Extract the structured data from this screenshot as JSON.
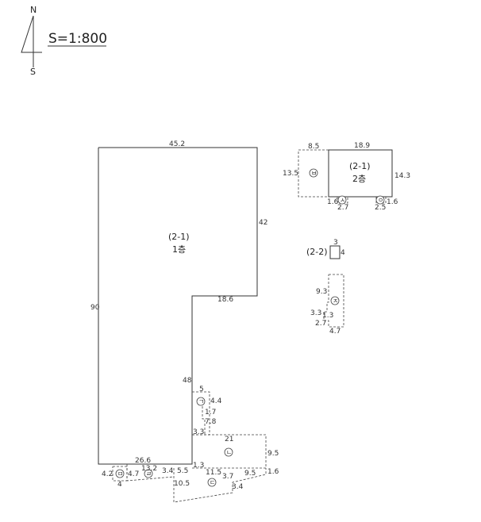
{
  "compass": {
    "north": "N",
    "south": "S"
  },
  "scale_label": "S=1:800",
  "buildings": {
    "b21_floor1": {
      "id": "(2-1)",
      "floor": "1층"
    },
    "b21_floor2": {
      "id": "(2-1)",
      "floor": "2층"
    },
    "b22": {
      "id": "(2-2)"
    }
  },
  "circle_markers": {
    "giyeok": "ㄱ",
    "nieun": "ㄴ",
    "digeut": "ㄷ",
    "rieul": "ㄹ",
    "mieum": "ㅁ",
    "bieup": "ㅂ",
    "siot": "ㅅ",
    "ieung": "ㅇ",
    "jieut": "ㅈ"
  },
  "dimensions": {
    "main_top": "45.2",
    "main_left": "90",
    "main_right_upper": "42",
    "main_step": "18.6",
    "main_right_lower": "48",
    "main_bottom": "26.6",
    "g_top": "5",
    "g_right": "4.4",
    "g_inner_a": "1.7",
    "g_inner_b": "7.8",
    "g_bottom": "3.3",
    "n_top": "21",
    "n_right": "9.5",
    "n_left_small": "1.3",
    "n_right_small": "1.6",
    "d_a": "5.5",
    "d_b": "11.5",
    "d_c": "3.7",
    "d_d": "9.5",
    "d_bottom_left": "10.5",
    "d_bottom_right": "3.4",
    "r_a": "13.2",
    "r_b": "3.4",
    "m_left": "4.2",
    "m_right": "4.7",
    "m_bottom": "4",
    "top_b_top": "8.5",
    "top_b_left": "13.5",
    "top_main_top": "18.9",
    "top_main_right": "14.3",
    "top_s_a": "1.6",
    "top_s_b": "2.7",
    "top_o_a": "2.5",
    "top_o_b": "1.6",
    "b22_top": "3",
    "b22_right": "4",
    "j_a": "9.3",
    "j_b": "3.3",
    "j_c": "1.3",
    "j_d": "2.7",
    "j_e": "4.7"
  }
}
